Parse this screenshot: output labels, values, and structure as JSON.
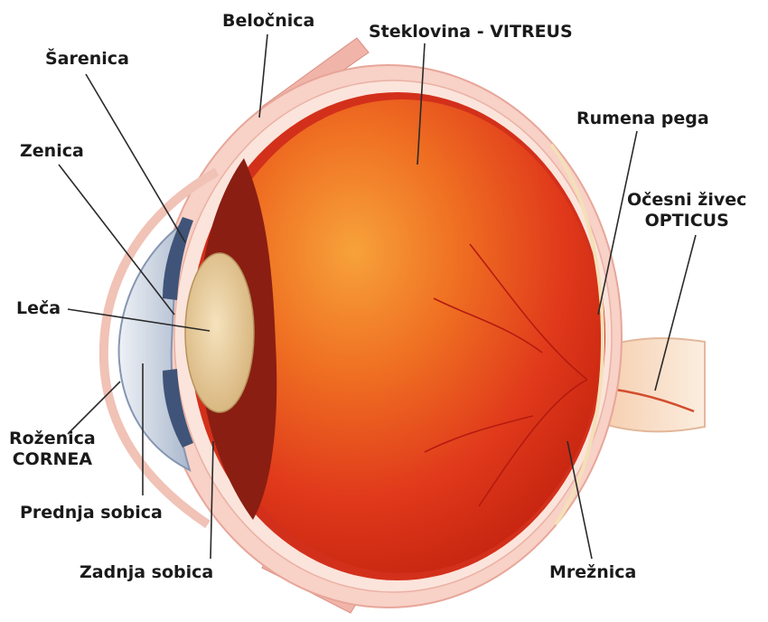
{
  "labels": {
    "belocnica": "Beločnica",
    "steklovina": "Steklovina - VITREUS",
    "sarenica": "Šarenica",
    "zenica": "Zenica",
    "rumena_pega": "Rumena pega",
    "ocesni_zivec": [
      "Očesni živec",
      "OPTICUS"
    ],
    "leca": "Leča",
    "rozenica": [
      "Roženica",
      "CORNEA"
    ],
    "prednja_sobica": "Prednja sobica",
    "zadnja_sobica": "Zadnja sobica",
    "mreznica": "Mrežnica"
  },
  "colors": {
    "background": "#ffffff",
    "sclera_outer": "#f6c9c0",
    "sclera_inner": "#fbe3da",
    "eyeball_red": "#e3361d",
    "eyeball_orange": "#f27a1f",
    "eyeball_dark": "#9b1c10",
    "choroid": "#c92a18",
    "lens": "#ecd3a6",
    "iris": "#4a5f80",
    "cornea": "#cfd8e6",
    "optic_nerve": "#f3d6b3",
    "leader_line": "#2a2a2a"
  }
}
